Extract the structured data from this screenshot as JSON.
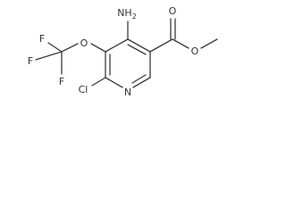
{
  "molecule": {
    "labels": {
      "amino": "NH",
      "amino_sub": "2",
      "ether_oxygen": "O",
      "carbonyl_oxygen": "O",
      "ester_oxygen": "O",
      "ring_nitrogen": "N",
      "chlorine": "Cl",
      "fluorine_1": "F",
      "fluorine_2": "F",
      "fluorine_3": "F"
    }
  }
}
